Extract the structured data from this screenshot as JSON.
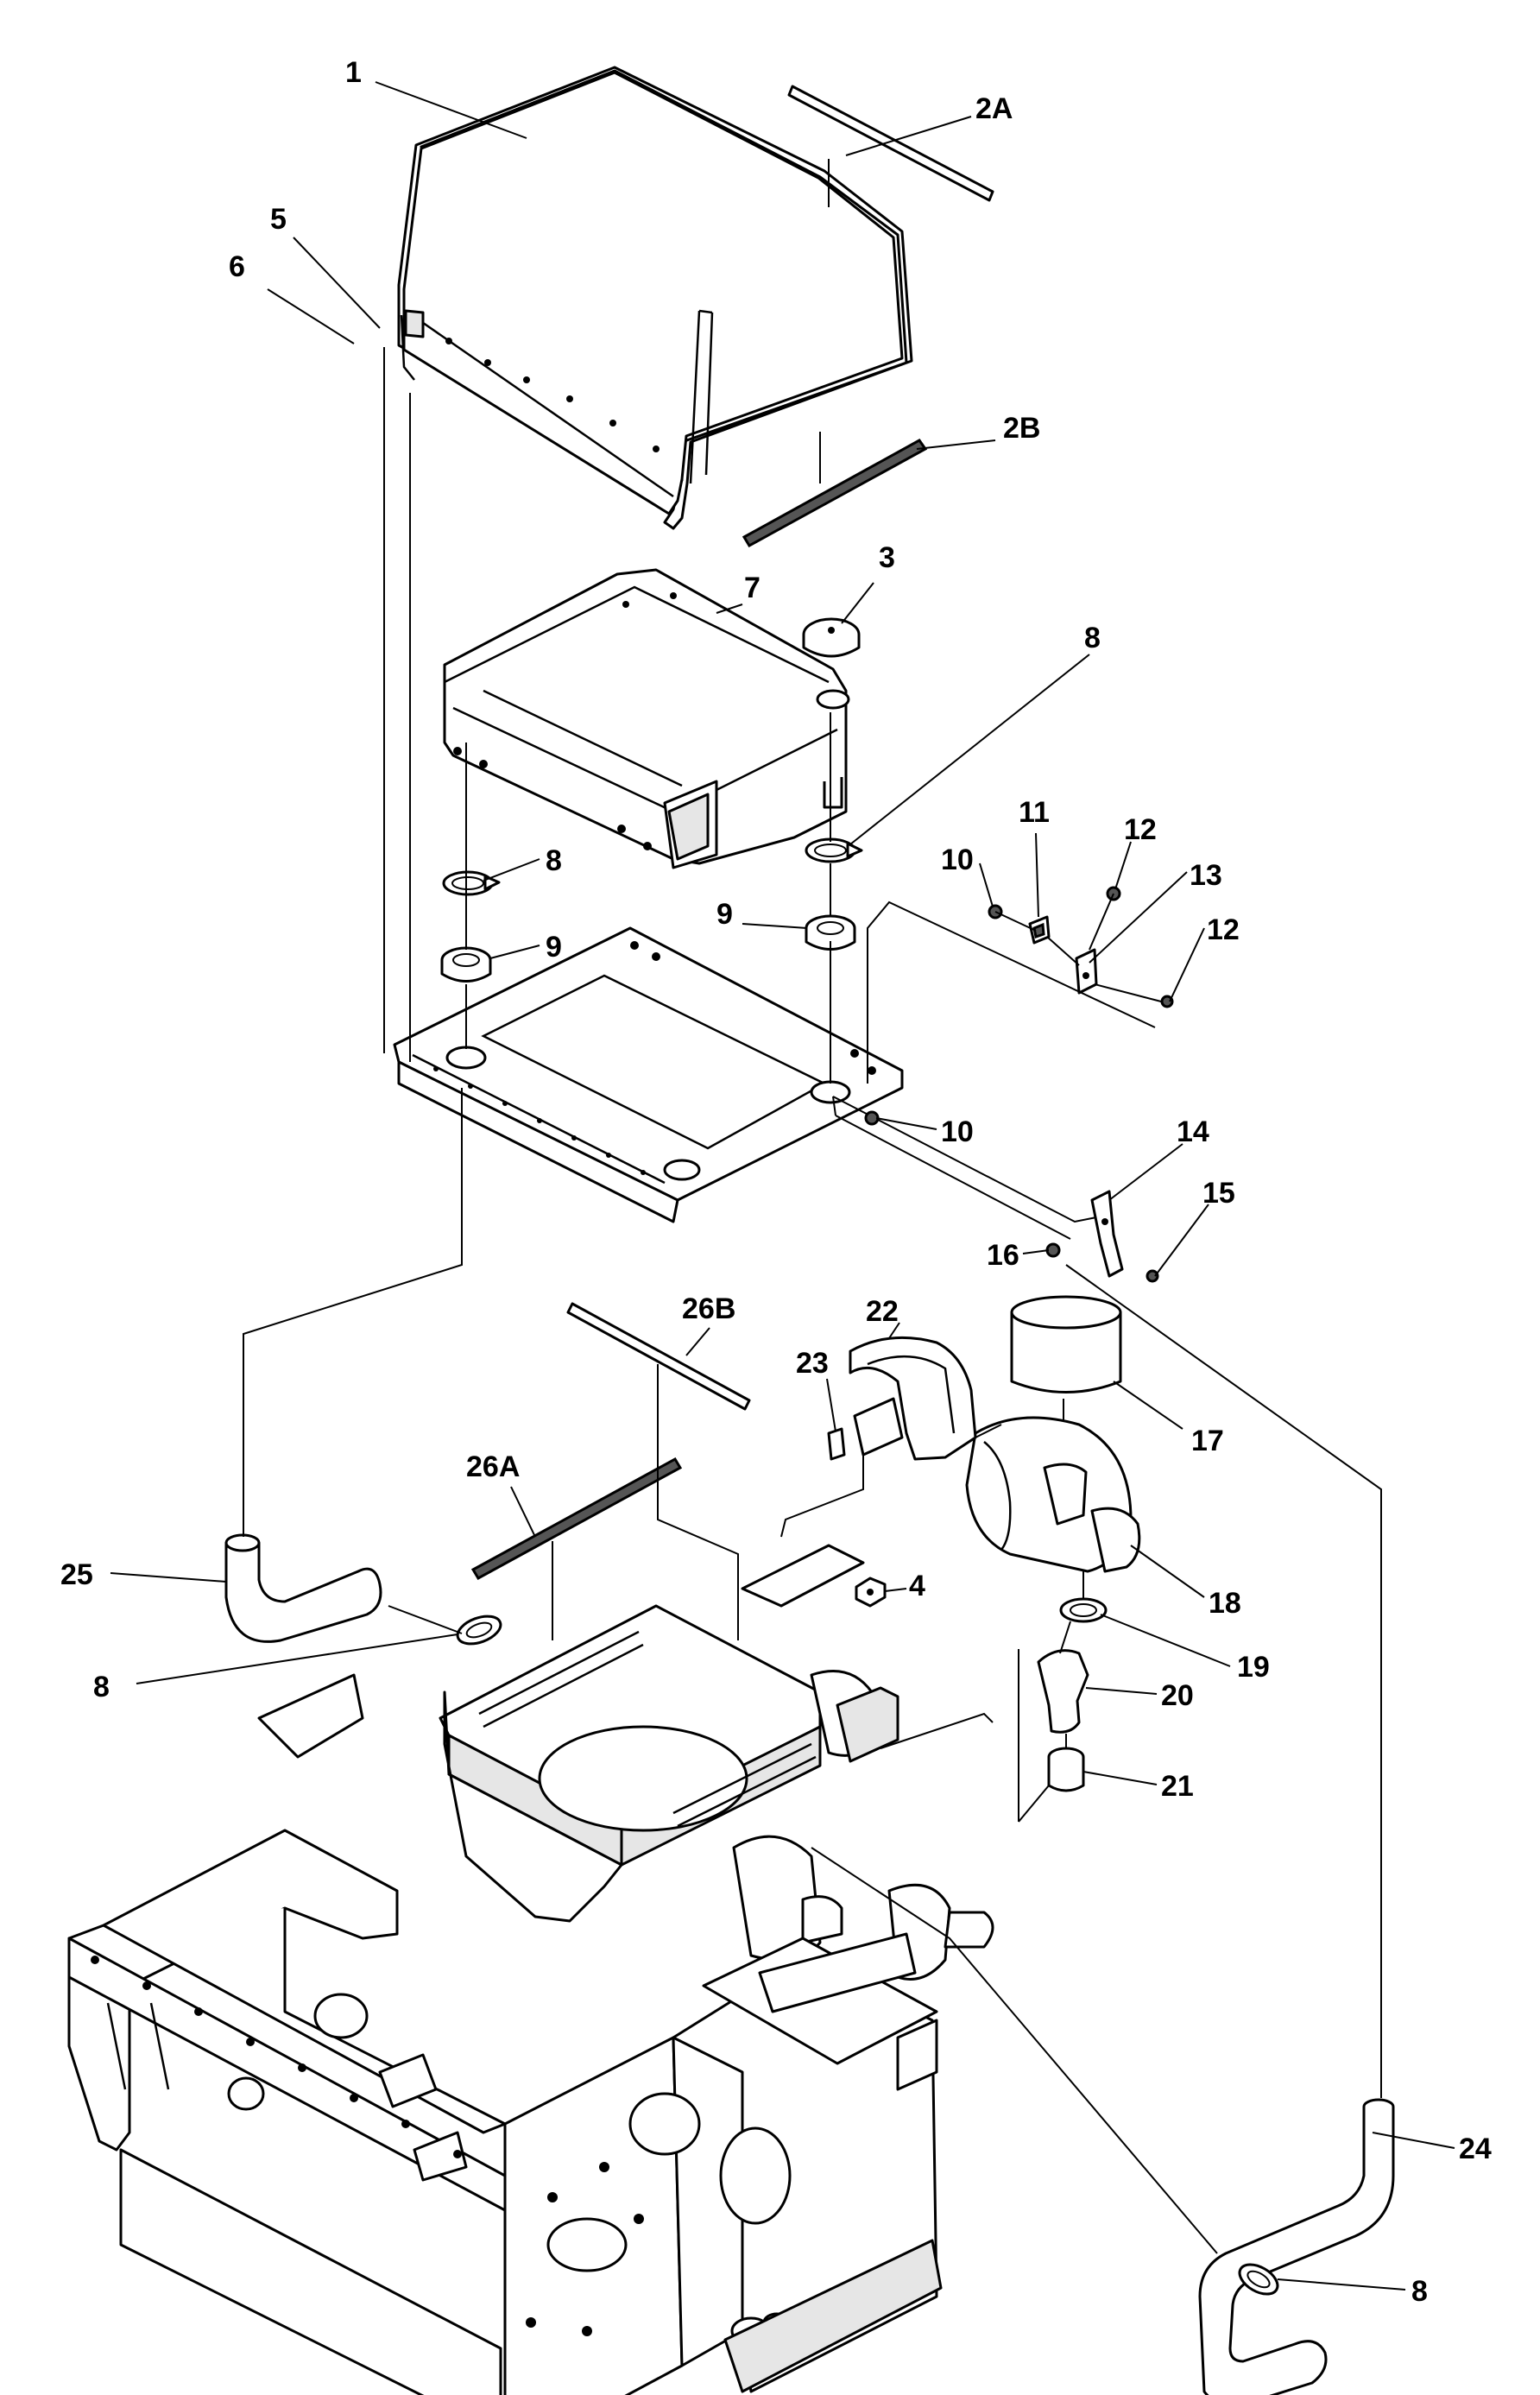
{
  "callouts": {
    "c1": "1",
    "c2a": "2A",
    "c2b": "2B",
    "c3": "3",
    "c4": "4",
    "c5": "5",
    "c6": "6",
    "c7": "7",
    "c8a": "8",
    "c8b": "8",
    "c8c": "8",
    "c8d": "8",
    "c9a": "9",
    "c9b": "9",
    "c10a": "10",
    "c10b": "10",
    "c11": "11",
    "c12a": "12",
    "c12b": "12",
    "c13": "13",
    "c14": "14",
    "c15": "15",
    "c16": "16",
    "c17": "17",
    "c18": "18",
    "c19": "19",
    "c20": "20",
    "c21": "21",
    "c22": "22",
    "c23": "23",
    "c24": "24",
    "c25": "25",
    "c26a": "26A",
    "c26b": "26B"
  }
}
